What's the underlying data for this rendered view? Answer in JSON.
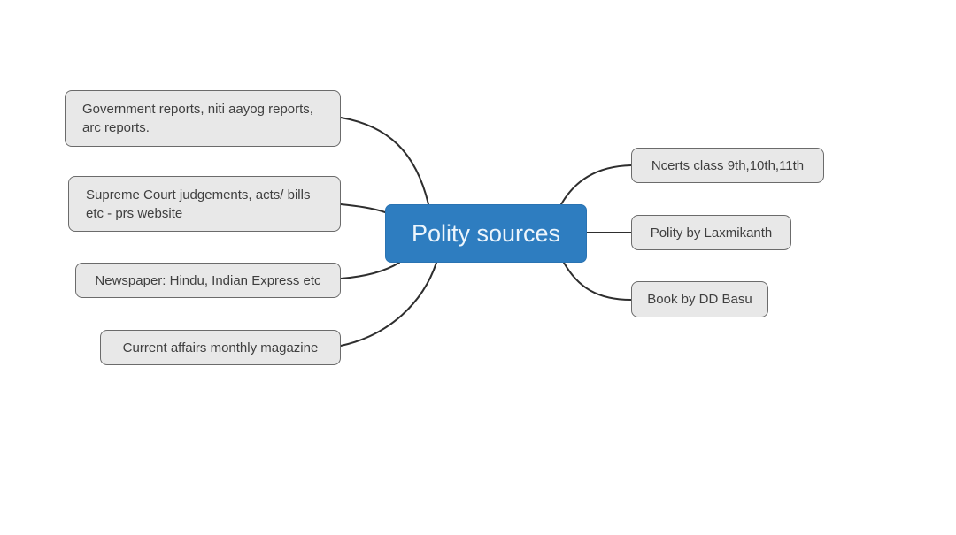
{
  "map": {
    "root": {
      "label": "Polity sources"
    },
    "left_nodes": [
      {
        "id": "government-reports",
        "lines": [
          "Government reports, niti aayog reports,",
          "arc reports."
        ],
        "label": "Government reports, niti aayog reports, arc reports."
      },
      {
        "id": "supreme-court",
        "lines": [
          "Supreme Court judgements, acts/ bills",
          "etc - prs website"
        ],
        "label": "Supreme Court judgements, acts/ bills etc - prs website"
      },
      {
        "id": "newspaper",
        "lines": [
          "Newspaper: Hindu, Indian Express etc"
        ],
        "label": "Newspaper: Hindu, Indian Express etc"
      },
      {
        "id": "current-affairs",
        "lines": [
          "Current affairs monthly magazine"
        ],
        "label": "Current affairs monthly magazine"
      }
    ],
    "right_nodes": [
      {
        "id": "ncerts",
        "lines": [
          "Ncerts class 9th,10th,11th"
        ],
        "label": "Ncerts class 9th,10th,11th"
      },
      {
        "id": "laxmikanth",
        "lines": [
          "Polity by Laxmikanth"
        ],
        "label": "Polity by Laxmikanth"
      },
      {
        "id": "dd-basu",
        "lines": [
          "Book by DD Basu"
        ],
        "label": "Book by DD Basu"
      }
    ],
    "colors": {
      "root_fill": "#2e7dc0",
      "root_text": "#ecf5fc",
      "node_fill": "#e8e8e8",
      "node_border": "#6b6b6b",
      "node_text": "#3f3f3f",
      "connector": "#2e2e2e",
      "background": "#ffffff"
    }
  }
}
